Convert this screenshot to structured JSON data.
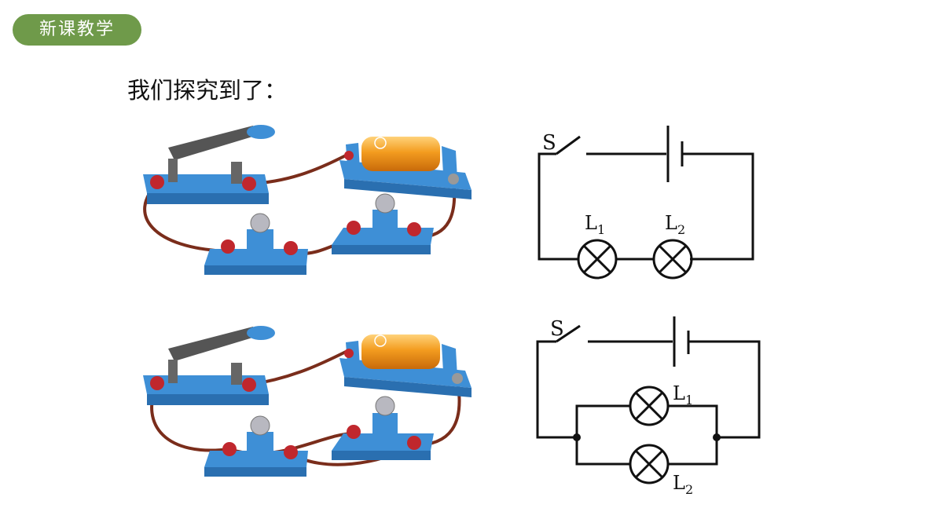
{
  "badge": {
    "label": "新课教学"
  },
  "heading": {
    "text": "我们探究到了："
  },
  "series_circuit": {
    "switch_label": "S",
    "lamp1_label": "L",
    "lamp1_sub": "1",
    "lamp2_label": "L",
    "lamp2_sub": "2"
  },
  "parallel_circuit": {
    "switch_label": "S",
    "lamp1_label": "L",
    "lamp1_sub": "1",
    "lamp2_label": "L",
    "lamp2_sub": "2"
  },
  "colors": {
    "badge_bg": "#6f9a4a",
    "base_blue": "#3e8fd6",
    "terminal_red": "#c0272d",
    "battery_orange": "#f39c1f",
    "wire_brown": "#7a2d1b"
  }
}
